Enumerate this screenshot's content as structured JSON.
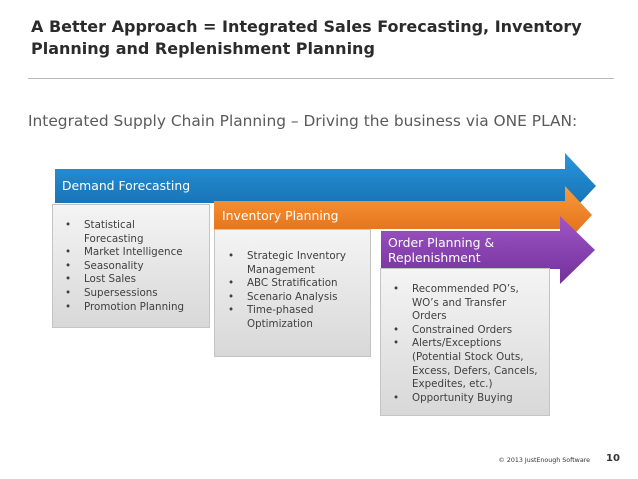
{
  "slide": {
    "title": "A Better Approach = Integrated Sales Forecasting, Inventory Planning and Replenishment Planning",
    "subtitle": "Integrated Supply Chain Planning – Driving the business via ONE PLAN:"
  },
  "arrows": [
    {
      "label": "Demand Forecasting",
      "color": "#1a80c7"
    },
    {
      "label": "Inventory Planning",
      "color": "#f58224"
    },
    {
      "label": "Order Planning & Replenishment",
      "color": "#8a42b0"
    }
  ],
  "bullet_char": "•",
  "demand_items": [
    "Statistical Forecasting",
    "Market Intelligence",
    "Seasonality",
    "Lost Sales",
    "Supersessions",
    "Promotion Planning"
  ],
  "inventory_items": [
    "Strategic Inventory Management",
    "ABC Stratification",
    "Scenario Analysis",
    "Time-phased Optimization"
  ],
  "order_items": [
    "Recommended PO’s, WO’s and Transfer Orders",
    "Constrained Orders",
    "Alerts/Exceptions (Potential Stock Outs, Excess, Defers, Cancels, Expedites, etc.)",
    "Opportunity Buying"
  ],
  "footer": {
    "copyright": "© 2013 JustEnough Software",
    "page_number": "10"
  }
}
